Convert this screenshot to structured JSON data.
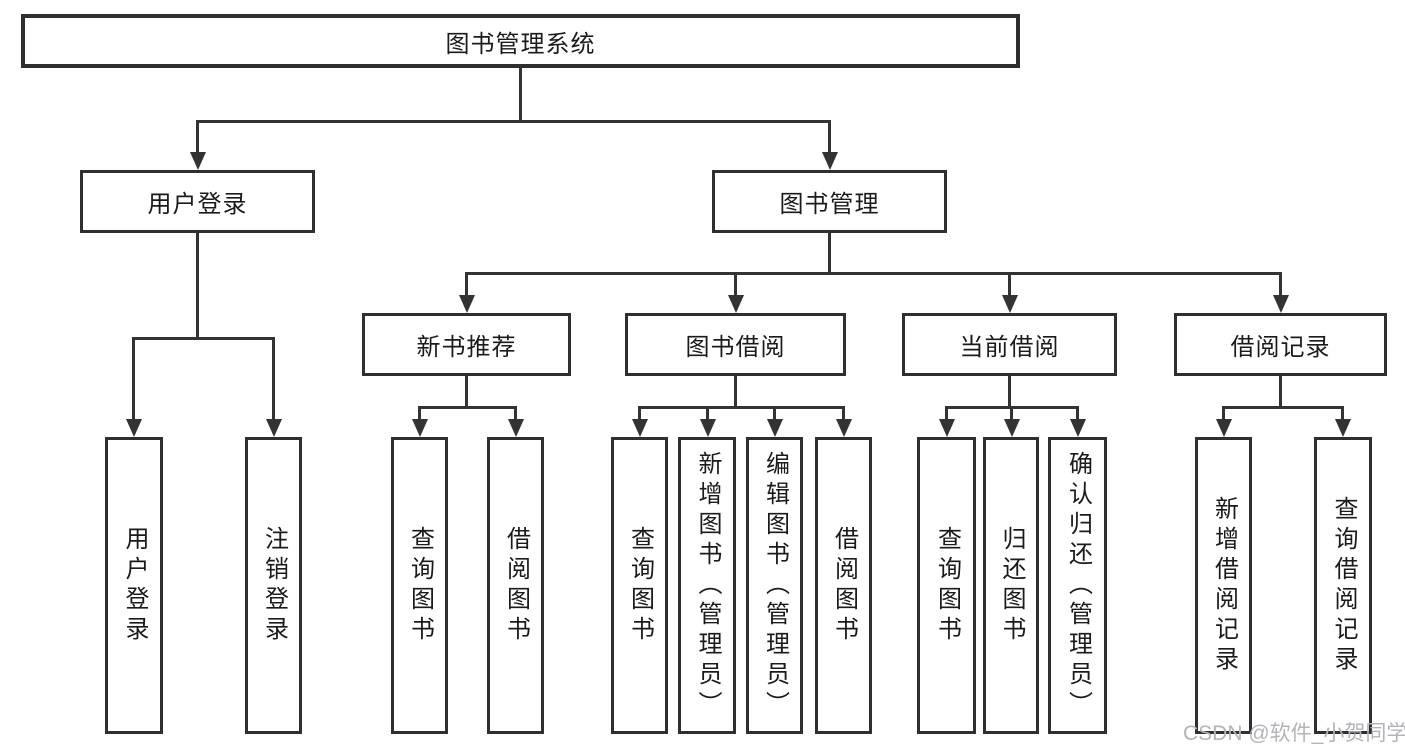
{
  "diagram": {
    "type": "hierarchy-tree",
    "title": "图书管理系统",
    "watermark": "CSDN @软件_小贺同学",
    "colors": {
      "line": "#333333",
      "border": "#2f2f2f",
      "text": "#1b1b1b",
      "box_background": "#ffffff",
      "page_background": "#ffffff",
      "watermark": "#b3b3bc"
    },
    "root": {
      "label": "图书管理系统"
    },
    "level2": [
      {
        "id": "user-login",
        "label": "用户登录",
        "parent": "图书管理系统"
      },
      {
        "id": "book-management",
        "label": "图书管理",
        "parent": "图书管理系统"
      }
    ],
    "level3": [
      {
        "id": "new-book-recommend",
        "label": "新书推荐",
        "parent": "图书管理"
      },
      {
        "id": "book-borrowing",
        "label": "图书借阅",
        "parent": "图书管理"
      },
      {
        "id": "current-borrowing",
        "label": "当前借阅",
        "parent": "图书管理"
      },
      {
        "id": "borrowing-records",
        "label": "借阅记录",
        "parent": "图书管理"
      }
    ],
    "leaves": [
      {
        "id": "leaf-user-login",
        "label": "用户登录",
        "parent": "用户登录"
      },
      {
        "id": "leaf-logout",
        "label": "注销登录",
        "parent": "用户登录"
      },
      {
        "id": "leaf-query-books-recommend",
        "label": "查询图书",
        "parent": "新书推荐"
      },
      {
        "id": "leaf-borrow-books-recommend",
        "label": "借阅图书",
        "parent": "新书推荐"
      },
      {
        "id": "leaf-query-books-borrowing",
        "label": "查询图书",
        "parent": "图书借阅"
      },
      {
        "id": "leaf-add-books-admin",
        "label": "新增图书（管理员）",
        "parent": "图书借阅"
      },
      {
        "id": "leaf-edit-books-admin",
        "label": "编辑图书（管理员）",
        "parent": "图书借阅"
      },
      {
        "id": "leaf-borrow-books-borrowing",
        "label": "借阅图书",
        "parent": "图书借阅"
      },
      {
        "id": "leaf-query-books-current",
        "label": "查询图书",
        "parent": "当前借阅"
      },
      {
        "id": "leaf-return-books",
        "label": "归还图书",
        "parent": "当前借阅"
      },
      {
        "id": "leaf-confirm-return-admin",
        "label": "确认归还（管理员）",
        "parent": "当前借阅"
      },
      {
        "id": "leaf-add-borrow-record",
        "label": "新增借阅记录",
        "parent": "借阅记录"
      },
      {
        "id": "leaf-query-borrow-record",
        "label": "查询借阅记录",
        "parent": "借阅记录"
      }
    ]
  }
}
